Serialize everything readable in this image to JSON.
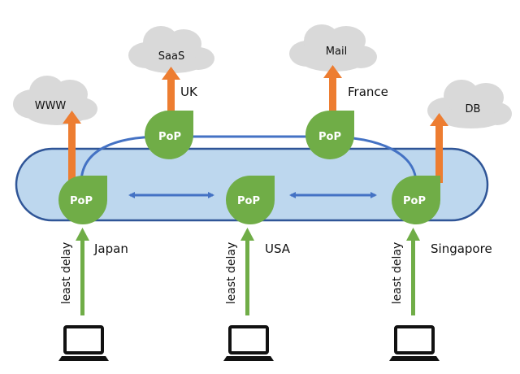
{
  "clouds": {
    "www": "WWW",
    "saas": "SaaS",
    "mail": "Mail",
    "db": "DB"
  },
  "pops": {
    "label": "PoP"
  },
  "locations": {
    "japan": "Japan",
    "usa": "USA",
    "singapore": "Singapore",
    "uk": "UK",
    "france": "France"
  },
  "access": {
    "delay_label": "least delay"
  },
  "colors": {
    "pop_green": "#70ad47",
    "tube_fill": "#bdd7ee",
    "tube_stroke": "#2f5597",
    "link_blue": "#4472c4",
    "egress_orange": "#ed7d31",
    "access_green": "#70ad47",
    "cloud_gray": "#d9d9d9"
  }
}
